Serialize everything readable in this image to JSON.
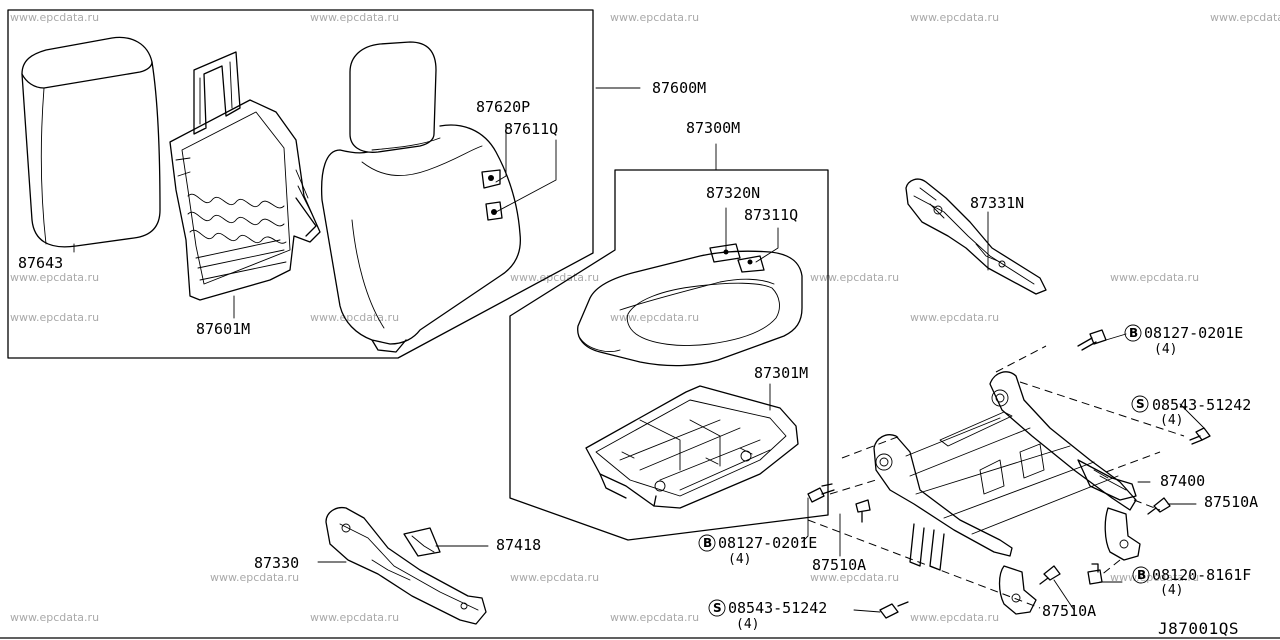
{
  "watermark": "www.epcdata.ru",
  "diagram_code": "J87001QS",
  "parts": {
    "p87643": "87643",
    "p87601M": "87601M",
    "p87620P": "87620P",
    "p87611Q": "87611Q",
    "p87600M": "87600M",
    "p87300M": "87300M",
    "p87320N": "87320N",
    "p87311Q": "87311Q",
    "p87301M": "87301M",
    "p87331N": "87331N",
    "p87400": "87400",
    "p87510A_1": "87510A",
    "p87510A_2": "87510A",
    "p87510A_3": "87510A",
    "p87330": "87330",
    "p87418": "87418"
  },
  "fasteners": {
    "b1": {
      "code": "08127-0201E",
      "qty": "(4)",
      "prefix": "B"
    },
    "s1": {
      "code": "08543-51242",
      "qty": "(4)",
      "prefix": "S"
    },
    "b2": {
      "code": "08127-0201E",
      "qty": "(4)",
      "prefix": "B"
    },
    "b3": {
      "code": "08120-8161F",
      "qty": "(4)",
      "prefix": "B"
    },
    "s2": {
      "code": "08543-51242",
      "qty": "(4)",
      "prefix": "S"
    }
  }
}
